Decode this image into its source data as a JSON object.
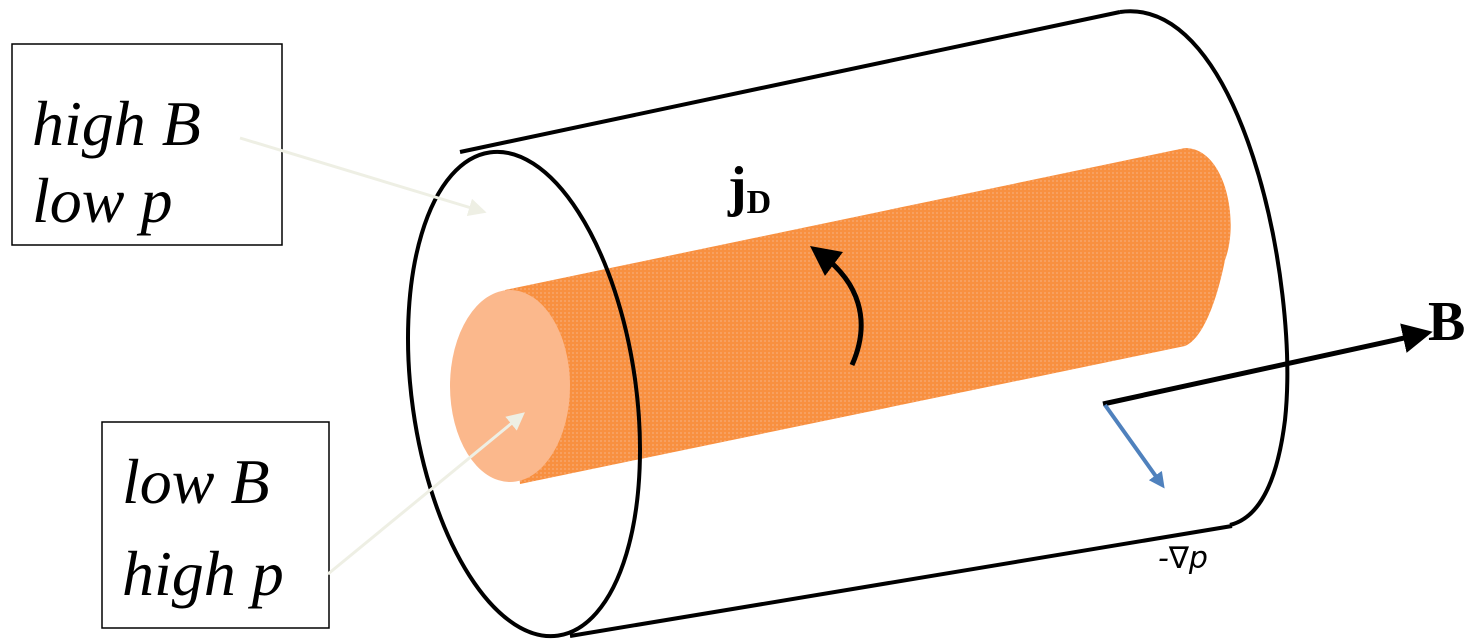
{
  "outer_label": {
    "line1": "high B",
    "line2": "low p"
  },
  "inner_label": {
    "line1": "low B",
    "line2": "high p"
  },
  "current_label": {
    "main": "j",
    "subscript": "D"
  },
  "field_label": "B",
  "gradient_label": "-∇p",
  "colors": {
    "core_fill": "#f89040",
    "core_face": "#fbb88c",
    "outline": "#000000",
    "gradient_arrow": "#4f81bd",
    "pointer_arrow": "#eeefe4"
  }
}
